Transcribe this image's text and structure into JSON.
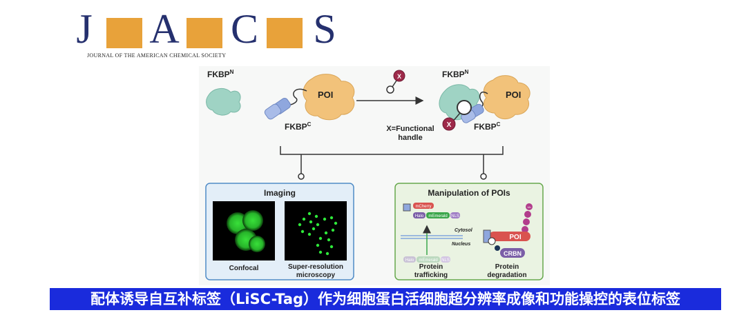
{
  "logo": {
    "letters": [
      "J",
      "A",
      "C",
      "S"
    ],
    "subtitle": "JOURNAL OF THE AMERICAN CHEMICAL SOCIETY",
    "letter_color": "#25306e",
    "divider_color": "#e8a23a"
  },
  "diagram": {
    "left_label_n": "FKBP",
    "left_label_n_sup": "N",
    "poi_label": "POI",
    "fkbpc_label": "FKBP",
    "fkbpc_sup": "C",
    "x_badge": "X",
    "right_label_n": "FKBP",
    "right_label_n_sup": "N",
    "right_poi_label": "POI",
    "right_fkbpc_label": "FKBP",
    "right_fkbpc_sup": "C",
    "handle_line1": "X=Functional",
    "handle_line2": "handle",
    "imaging": {
      "title": "Imaging",
      "panel1_label": "Confocal",
      "panel2_label_line1": "Super-resolution",
      "panel2_label_line2": "microscopy"
    },
    "manipulation": {
      "title": "Manipulation of POIs",
      "mcherry": "mCherry",
      "halo_top": "Halo",
      "memerald_top": "mEmerald",
      "nls_top": "NLS",
      "cytosol": "Cytosol",
      "nucleus": "Nucleus",
      "halo_bottom": "Halo",
      "memerald_bottom": "mEmerald",
      "nls_bottom": "NLS",
      "trafficking_line1": "Protein",
      "trafficking_line2": "trafficking",
      "ub": "Ub",
      "poi": "POI",
      "crbn": "CRBN",
      "degradation_line1": "Protein",
      "degradation_line2": "degradation"
    },
    "colors": {
      "fkbpn": "#9fd3c4",
      "poi": "#f2c27a",
      "fkbpc": "#8fa7de",
      "x_badge": "#9e2a4a",
      "imaging_bg": "#e3eef8",
      "manip_bg": "#eaf3e2",
      "fluor": "#39e03a"
    }
  },
  "caption": "配体诱导自互补标签（LiSC-Tag）作为细胞蛋白活细胞超分辨率成像和功能操控的表位标签"
}
